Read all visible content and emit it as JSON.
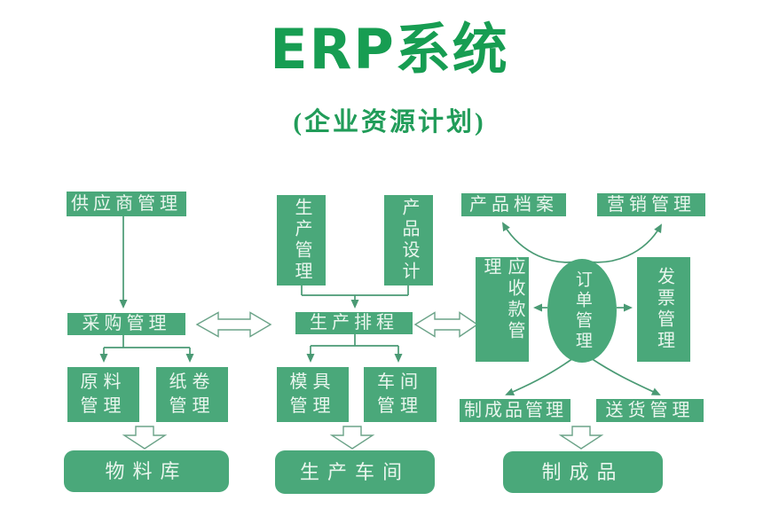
{
  "title": {
    "main": "ERP系统",
    "sub": "(企业资源计划)"
  },
  "colors": {
    "node_fill": "#4aa87a",
    "node_text": "#eaf6ee",
    "title_green": "#179d52",
    "connector_green": "#4a9a74",
    "hollow_arrow_outline": "#6ba388",
    "background": "#ffffff"
  },
  "nodes": {
    "supplier_mgmt": {
      "label": "供应商管理"
    },
    "purchasing_mgmt": {
      "label": "采购管理"
    },
    "raw_material_mgmt": {
      "label": "原料管理"
    },
    "paper_roll_mgmt": {
      "label": "纸卷管理"
    },
    "material_warehouse": {
      "label": "物料库"
    },
    "production_mgmt": {
      "label": "生产管理"
    },
    "product_design": {
      "label": "产品设计"
    },
    "production_scheduling": {
      "label": "生产排程"
    },
    "mold_mgmt": {
      "label": "模具管理"
    },
    "workshop_mgmt": {
      "label": "车间管理"
    },
    "production_workshop": {
      "label": "生产车间"
    },
    "product_archive": {
      "label": "产品档案"
    },
    "marketing_mgmt": {
      "label": "营销管理"
    },
    "receivables_mgmt": {
      "label": "应收款管理"
    },
    "order_mgmt": {
      "label": "订单管理"
    },
    "invoice_mgmt": {
      "label": "发票管理"
    },
    "finished_goods_mgmt": {
      "label": "制成品管理"
    },
    "delivery_mgmt": {
      "label": "送货管理"
    },
    "finished_goods": {
      "label": "制成品"
    }
  }
}
